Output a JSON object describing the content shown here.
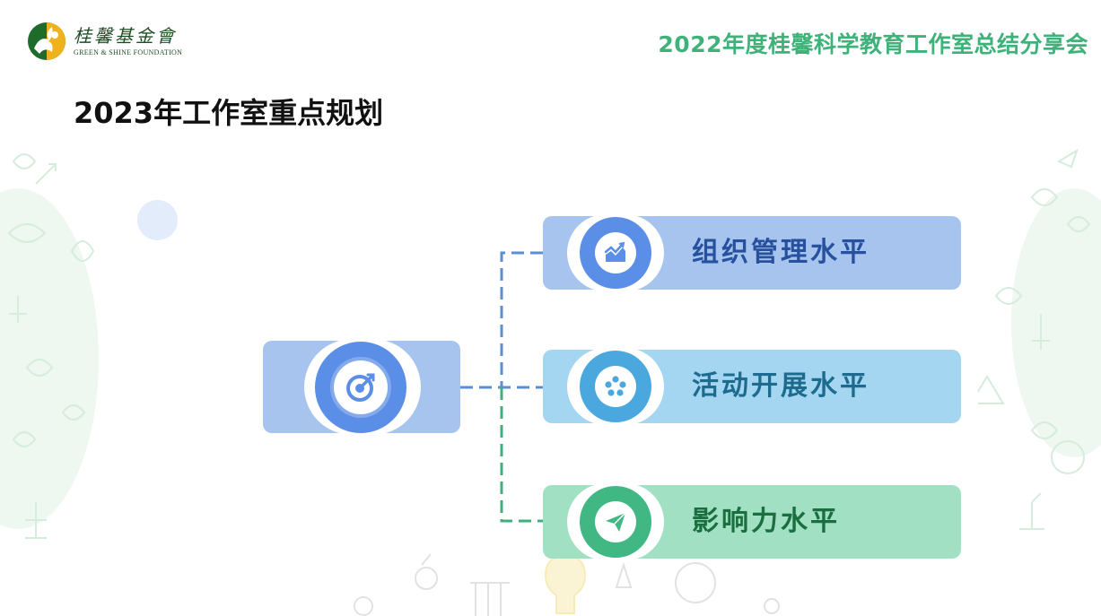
{
  "header": {
    "logo": {
      "name_cn": "桂馨基金會",
      "name_en": "GREEN & SHINE FOUNDATION",
      "icon": "foundation-logo-icon"
    },
    "title": "2022年度桂馨科学教育工作室总结分享会"
  },
  "main": {
    "title": "2023年工作室重点规划",
    "center": {
      "icon": "target-arrow-icon"
    },
    "items": [
      {
        "label": "组织管理水平",
        "icon": "growth-chart-icon",
        "card_color": "#a7c4ef",
        "circle_color": "#5b8ee6",
        "text_color": "#27509f"
      },
      {
        "label": "活动开展水平",
        "icon": "film-reel-icon",
        "card_color": "#a5d6f1",
        "circle_color": "#4aa8de",
        "text_color": "#1d6c8f"
      },
      {
        "label": "影响力水平",
        "icon": "paper-plane-icon",
        "card_color": "#a2e0c3",
        "circle_color": "#41b883",
        "text_color": "#1a6e3f"
      }
    ]
  },
  "colors": {
    "accent_green": "#3fb27a",
    "connector_blue": "#5a8fd6",
    "connector_green": "#3fb07c"
  }
}
